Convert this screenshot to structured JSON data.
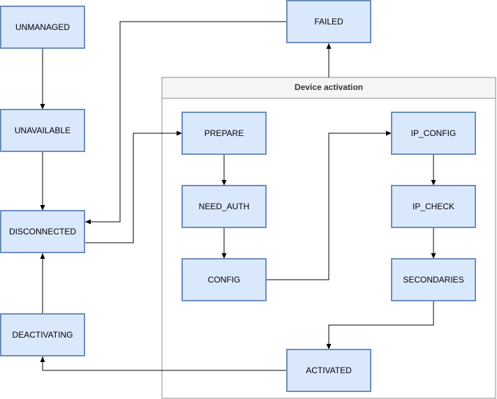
{
  "group": {
    "id": "device-activation",
    "label": "Device activation"
  },
  "nodes": [
    {
      "id": "unmanaged",
      "label": "UNMANAGED"
    },
    {
      "id": "unavailable",
      "label": "UNAVAILABLE"
    },
    {
      "id": "disconnected",
      "label": "DISCONNECTED"
    },
    {
      "id": "deactivating",
      "label": "DEACTIVATING"
    },
    {
      "id": "failed",
      "label": "FAILED"
    },
    {
      "id": "prepare",
      "label": "PREPARE"
    },
    {
      "id": "need_auth",
      "label": "NEED_AUTH"
    },
    {
      "id": "config",
      "label": "CONFIG"
    },
    {
      "id": "ip_config",
      "label": "IP_CONFIG"
    },
    {
      "id": "ip_check",
      "label": "IP_CHECK"
    },
    {
      "id": "secondaries",
      "label": "SECONDARIES"
    },
    {
      "id": "activated",
      "label": "ACTIVATED"
    }
  ],
  "edges": [
    {
      "from": "unmanaged",
      "to": "unavailable"
    },
    {
      "from": "unavailable",
      "to": "disconnected"
    },
    {
      "from": "deactivating",
      "to": "disconnected"
    },
    {
      "from": "failed",
      "to": "disconnected"
    },
    {
      "from": "disconnected",
      "to": "prepare"
    },
    {
      "from": "device-activation",
      "to": "failed"
    },
    {
      "from": "prepare",
      "to": "need_auth"
    },
    {
      "from": "need_auth",
      "to": "config"
    },
    {
      "from": "config",
      "to": "ip_config"
    },
    {
      "from": "ip_config",
      "to": "ip_check"
    },
    {
      "from": "ip_check",
      "to": "secondaries"
    },
    {
      "from": "secondaries",
      "to": "activated"
    },
    {
      "from": "activated",
      "to": "deactivating"
    }
  ]
}
